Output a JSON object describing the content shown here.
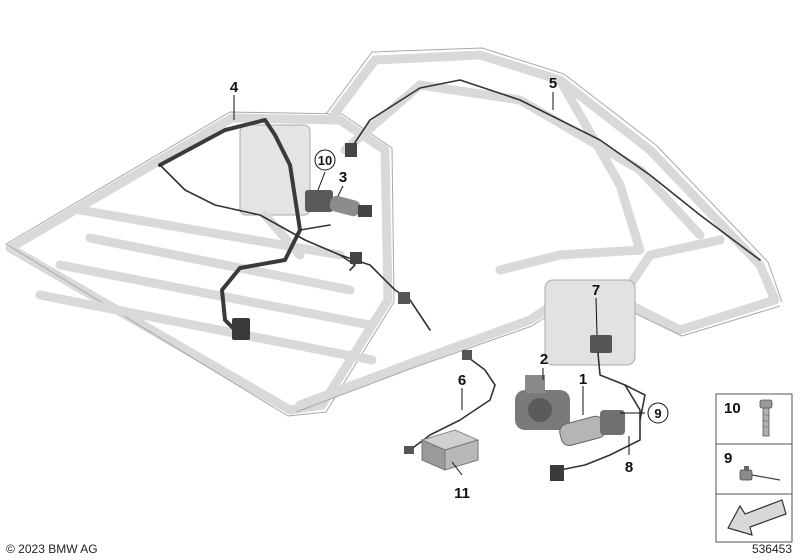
{
  "diagram": {
    "callouts": [
      {
        "id": "c1",
        "label": "1",
        "circled": false
      },
      {
        "id": "c2",
        "label": "2",
        "circled": false
      },
      {
        "id": "c3",
        "label": "3",
        "circled": false
      },
      {
        "id": "c4",
        "label": "4",
        "circled": false
      },
      {
        "id": "c5",
        "label": "5",
        "circled": false
      },
      {
        "id": "c6",
        "label": "6",
        "circled": false
      },
      {
        "id": "c7",
        "label": "7",
        "circled": false
      },
      {
        "id": "c8",
        "label": "8",
        "circled": false
      },
      {
        "id": "c9",
        "label": "9",
        "circled": true
      },
      {
        "id": "c10",
        "label": "10",
        "circled": true
      },
      {
        "id": "c11",
        "label": "11",
        "circled": false
      }
    ],
    "legend": [
      {
        "label": "10",
        "icon": "bolt-icon"
      },
      {
        "label": "9",
        "icon": "connector-icon"
      },
      {
        "label": "",
        "icon": "arrow-icon"
      }
    ],
    "copyright": "© 2023 BMW AG",
    "diagram_number": "536453"
  },
  "colors": {
    "frame": "#d9d9d9",
    "frame_edge": "#a8a8a8",
    "cable": "#333333",
    "part_dark": "#4a4a4a",
    "part_mid": "#8c8c8c",
    "part_light": "#c8c8c8"
  }
}
